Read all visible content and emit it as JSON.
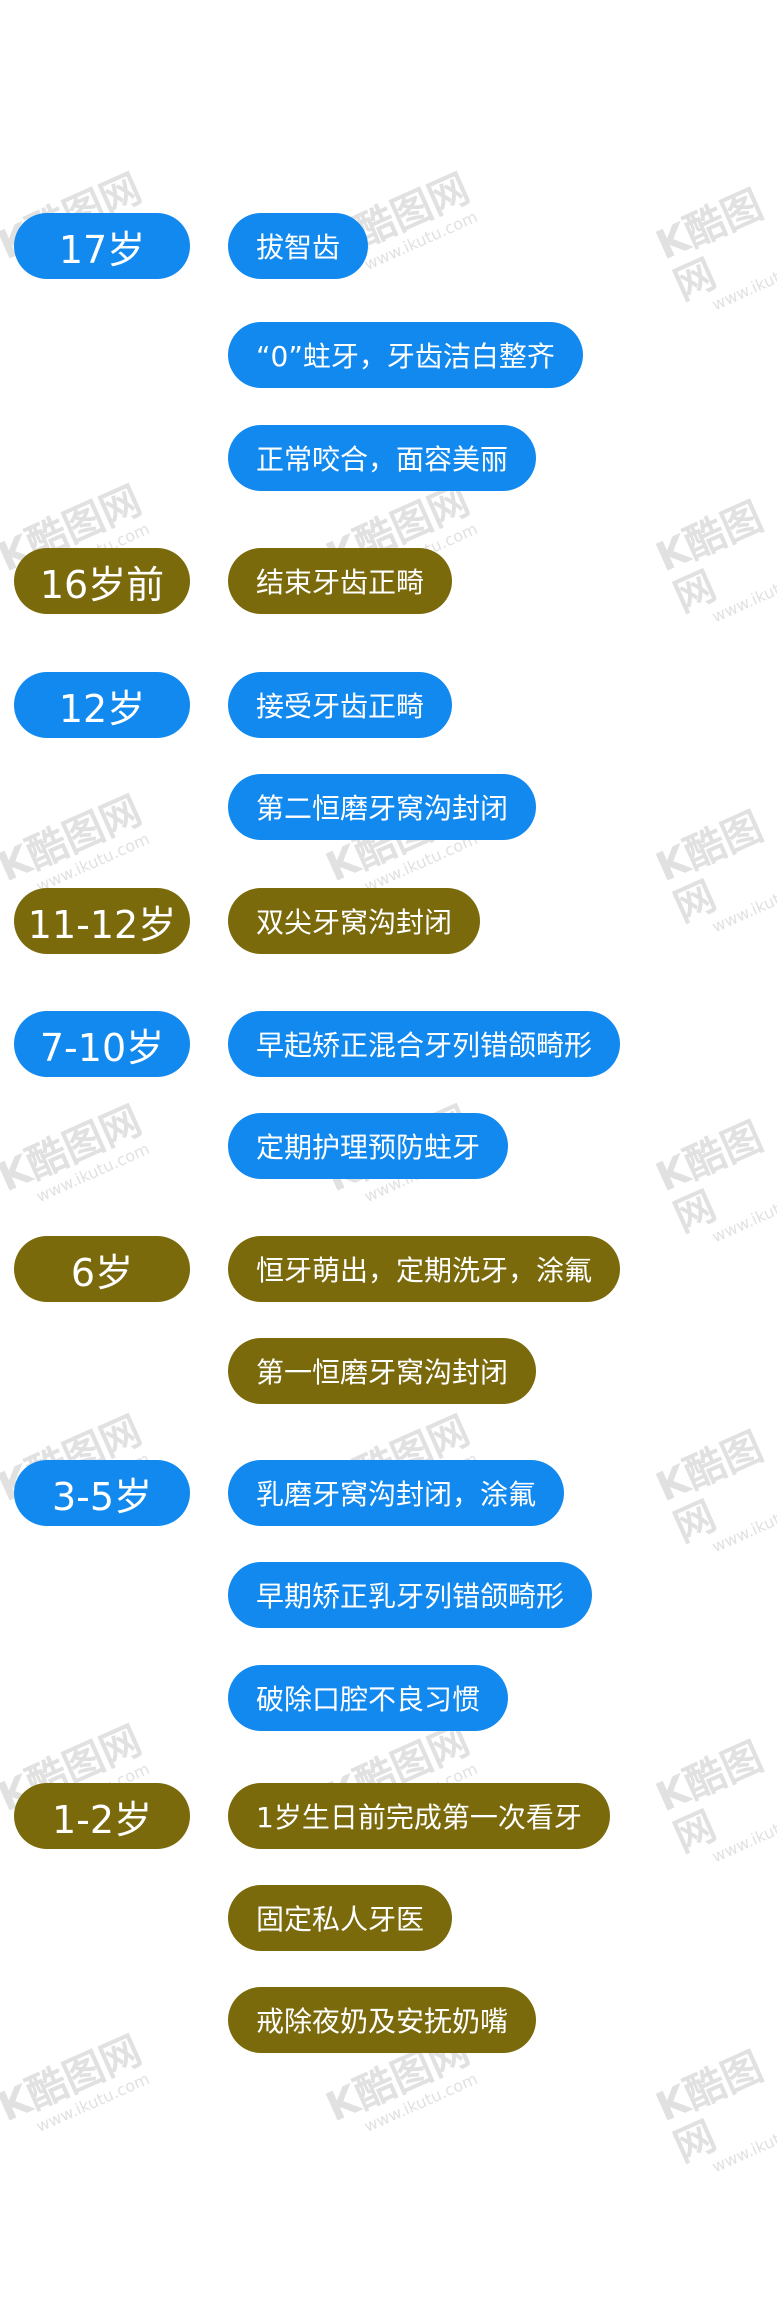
{
  "colors": {
    "blue": "#1289ef",
    "olive": "#7a6a0b",
    "background": "#ffffff",
    "watermark": "#c9c9c9"
  },
  "watermark": {
    "logo": "K酷图网",
    "url": "www.ikutu.com"
  },
  "ages": [
    {
      "label": "17岁"
    },
    {
      "label": "16岁前"
    },
    {
      "label": "12岁"
    },
    {
      "label": "11-12岁"
    },
    {
      "label": "7-10岁"
    },
    {
      "label": "6岁"
    },
    {
      "label": "3-5岁"
    },
    {
      "label": "1-2岁"
    }
  ],
  "items": [
    {
      "label": "拔智齿"
    },
    {
      "label": "“0”蛀牙，牙齿洁白整齐"
    },
    {
      "label": "正常咬合，面容美丽"
    },
    {
      "label": "结束牙齿正畸"
    },
    {
      "label": "接受牙齿正畸"
    },
    {
      "label": "第二恒磨牙窝沟封闭"
    },
    {
      "label": "双尖牙窝沟封闭"
    },
    {
      "label": "早起矫正混合牙列错颌畸形"
    },
    {
      "label": "定期护理预防蛀牙"
    },
    {
      "label": "恒牙萌出，定期洗牙，涂氟"
    },
    {
      "label": "第一恒磨牙窝沟封闭"
    },
    {
      "label": "乳磨牙窝沟封闭，涂氟"
    },
    {
      "label": "早期矫正乳牙列错颌畸形"
    },
    {
      "label": "破除口腔不良习惯"
    },
    {
      "label": "1岁生日前完成第一次看牙"
    },
    {
      "label": "固定私人牙医"
    },
    {
      "label": "戒除夜奶及安抚奶嘴"
    }
  ]
}
